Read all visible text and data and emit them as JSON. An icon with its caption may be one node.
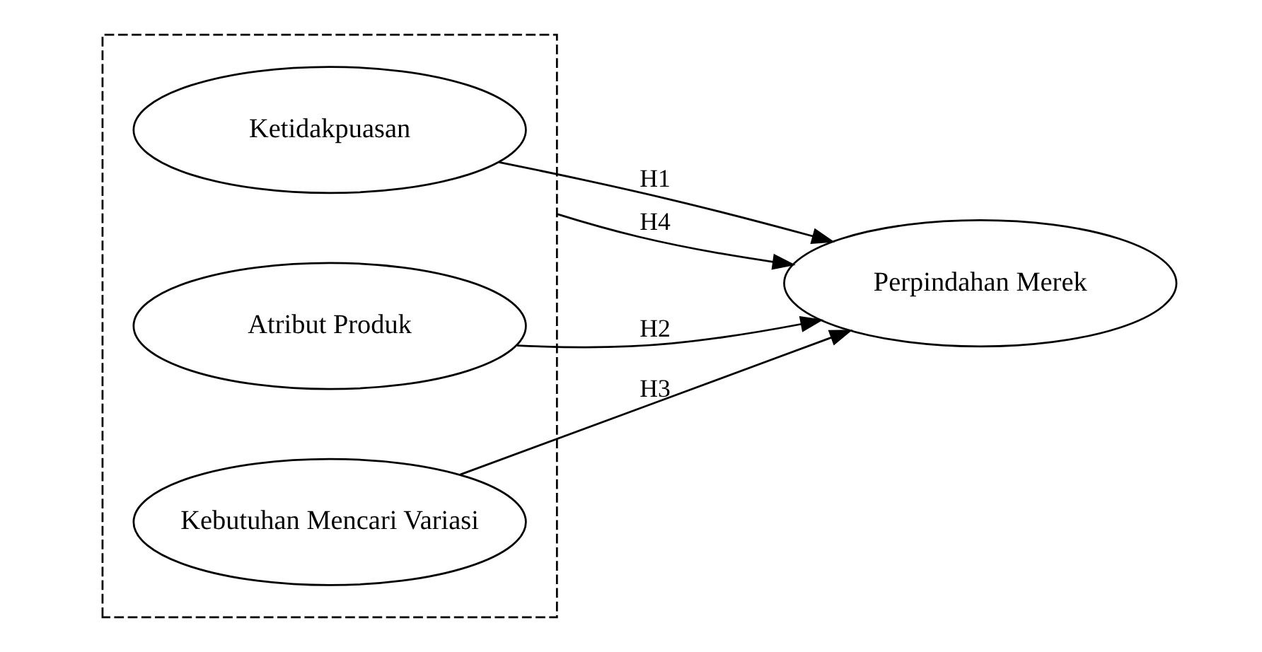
{
  "diagram": {
    "nodes": [
      {
        "text": [],
        "shape": "box"
      },
      {
        "text": [
          "Ketidakpuasan"
        ],
        "in": 0
      },
      {
        "text": [
          "Atribut Produk"
        ],
        "in": 0
      },
      {
        "text": [
          "Kebutuhan Mencari Variasi"
        ],
        "in": 0
      },
      {
        "text": [
          "Perpindahan Merek"
        ]
      }
    ],
    "edges": [
      {
        "from": 1,
        "to": 4,
        "arrow": "to",
        "label": "H1"
      },
      {
        "from": 2,
        "to": 4,
        "arrow": "to",
        "label": "H2"
      },
      {
        "from": 3,
        "to": 4,
        "arrow": "to",
        "label": "H3"
      },
      {
        "from": 0,
        "to": 4,
        "arrow": "to",
        "label": "H4"
      }
    ]
  }
}
